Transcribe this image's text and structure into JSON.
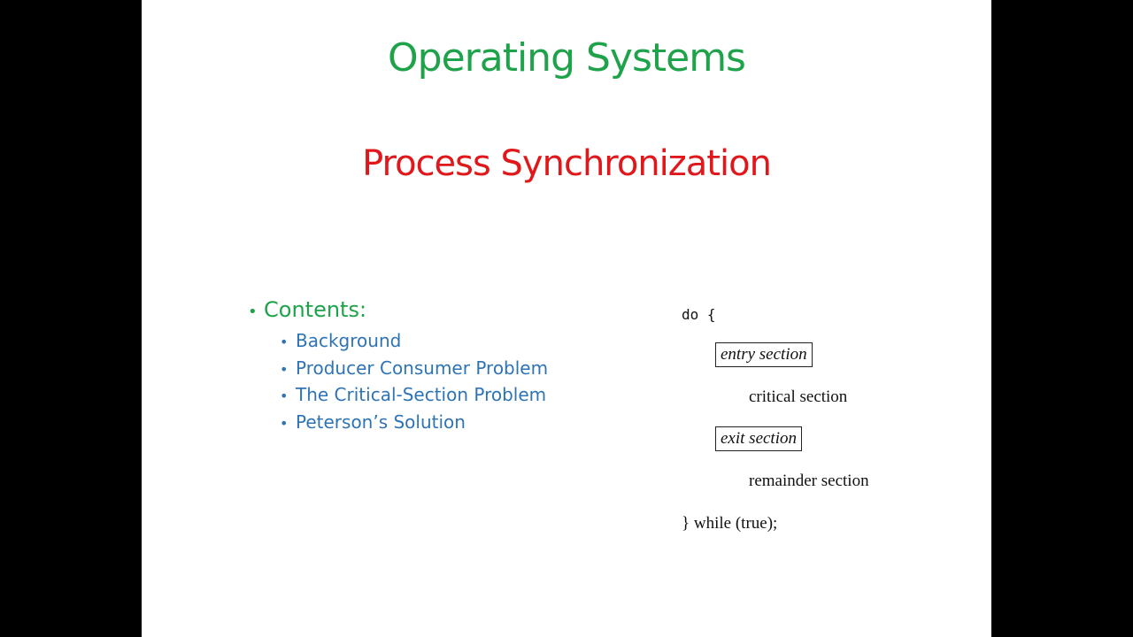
{
  "slide": {
    "title": "Operating Systems",
    "subtitle": "Process Synchronization",
    "colors": {
      "title": "#1fa34a",
      "subtitle": "#e0181b",
      "list": "#2e74b5",
      "frame": "#000000"
    }
  },
  "contents": {
    "heading": "Contents:",
    "bullet_icon": "bullet-icon",
    "items": [
      {
        "label": "Background"
      },
      {
        "label": "Producer Consumer Problem"
      },
      {
        "label": "The Critical-Section Problem"
      },
      {
        "label": "Peterson’s Solution"
      }
    ]
  },
  "code_figure": {
    "do_line": "do {",
    "entry_section": "entry section",
    "critical_section": "critical section",
    "exit_section": "exit section",
    "remainder_section": "remainder section",
    "while_line": "} while (true);"
  }
}
